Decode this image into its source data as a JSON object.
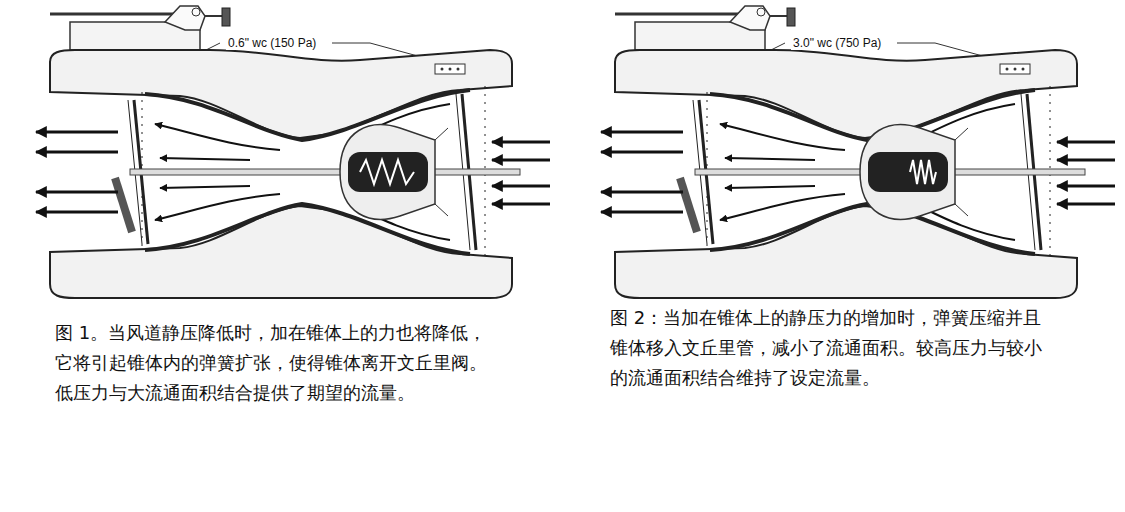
{
  "diagram": {
    "labels": [
      "0.6\" wc (150 Pa)",
      "3.0\" wc (750 Pa)",
      "图 1。当风道静压降低时，加在锥体上的力也将降低，它将引起锥体内的弹簧扩张，使得锥体离开文丘里阀。低压力与大流通面积结合提供了期望的流量。",
      "图 2：当加在锥体上的静压力的增加时，弹簧压缩并且锥体移入文丘里管，减小了流通面积。较高压力与较小的流通面积结合维持了设定流量。"
    ]
  }
}
